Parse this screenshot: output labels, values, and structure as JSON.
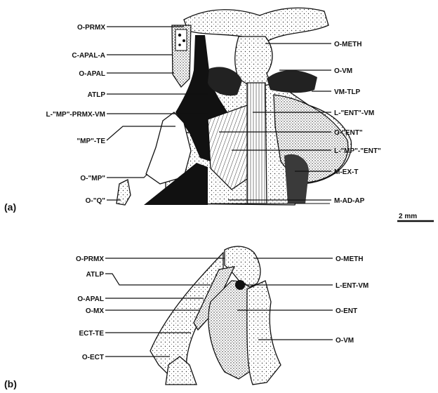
{
  "panels": {
    "a": "(a)",
    "b": "(b)"
  },
  "scale_bar": "2 mm",
  "labels_a": {
    "left": [
      "O-PRMX",
      "C-APAL-A",
      "O-APAL",
      "ATLP",
      "L-\"MP\"-PRMX-VM",
      "\"MP\"-TE",
      "O-\"MP\"",
      "O-\"Q\""
    ],
    "right": [
      "O-METH",
      "O-VM",
      "VM-TLP",
      "L-\"ENT\"-VM",
      "O-\"ENT\"",
      "L-\"MP\"-\"ENT\"",
      "M-EX-T",
      "M-AD-AP"
    ]
  },
  "labels_b": {
    "left": [
      "O-PRMX",
      "ATLP",
      "O-APAL",
      "O-MX",
      "ECT-TE",
      "O-ECT"
    ],
    "right": [
      "O-METH",
      "L-ENT-VM",
      "O-ENT",
      "O-VM"
    ]
  },
  "colors": {
    "ink": "#111111",
    "paper": "#ffffff",
    "stipple": "#e6e6e6"
  }
}
